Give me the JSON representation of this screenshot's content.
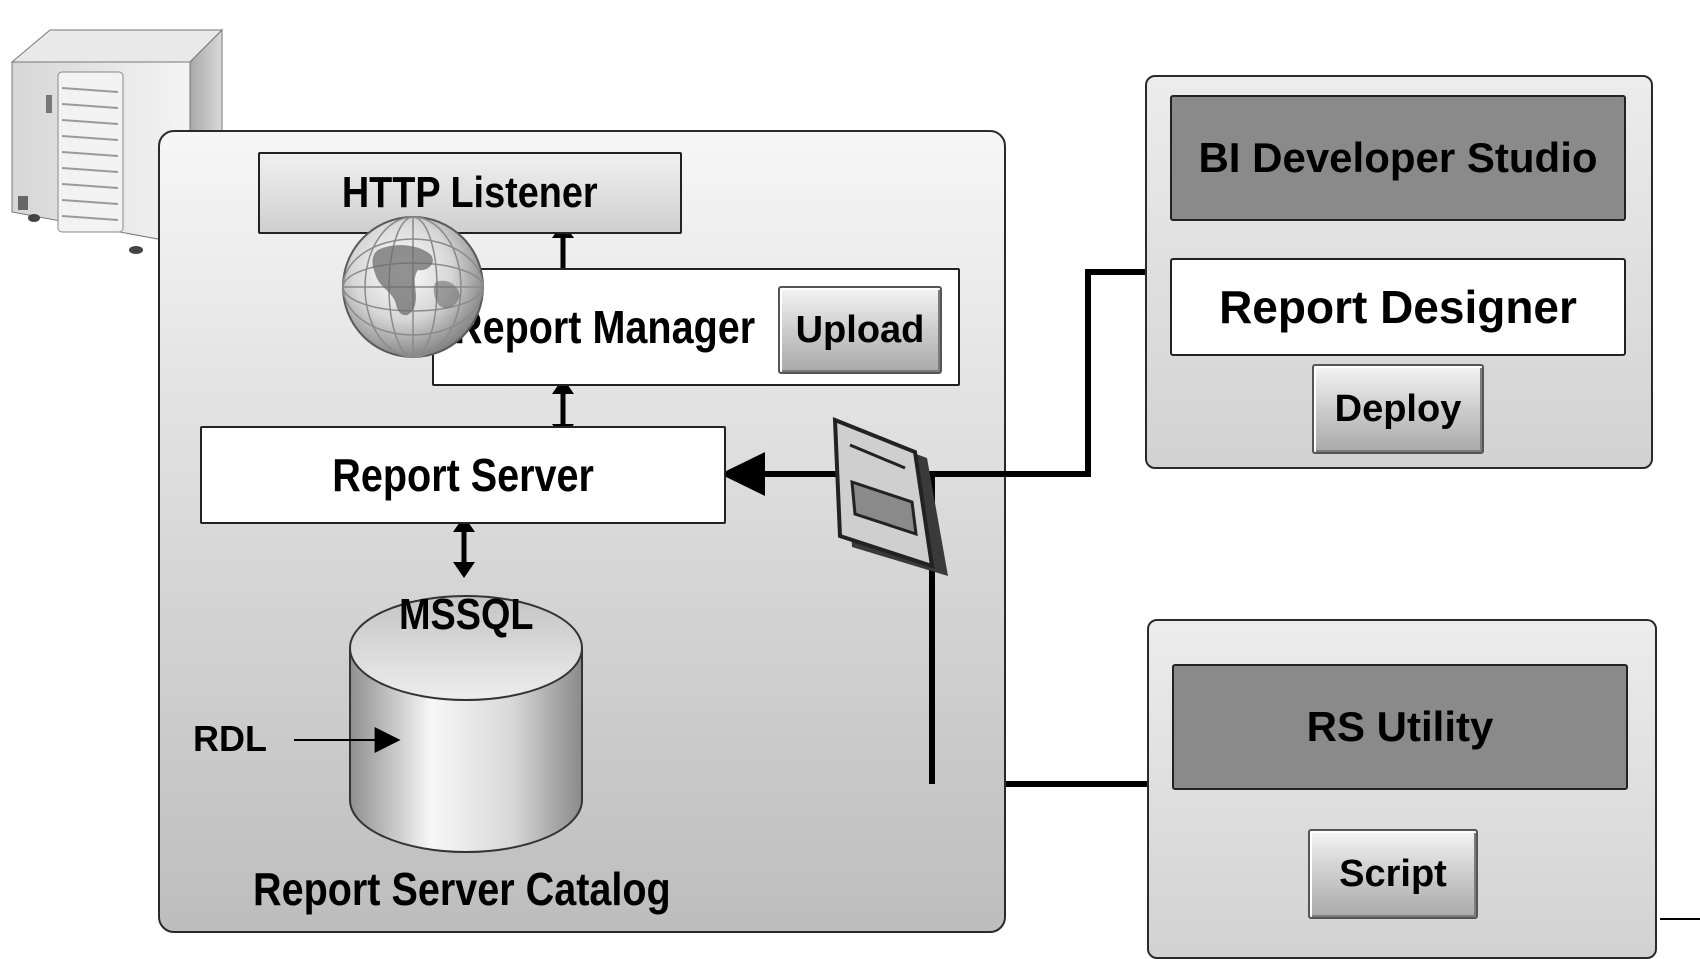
{
  "server": {
    "http_listener": "HTTP Listener",
    "report_manager": "Report Manager",
    "upload_button": "Upload",
    "report_server": "Report Server",
    "database_label": "MSSQL",
    "rdl_label": "RDL",
    "catalog_label": "Report Server Catalog"
  },
  "bi_studio": {
    "title": "BI Developer Studio",
    "designer": "Report Designer",
    "deploy_button": "Deploy"
  },
  "rs_utility": {
    "title": "RS Utility",
    "script_button": "Script"
  },
  "icons": [
    "server-tower-icon",
    "globe-icon",
    "document-icon",
    "database-cylinder-icon"
  ]
}
